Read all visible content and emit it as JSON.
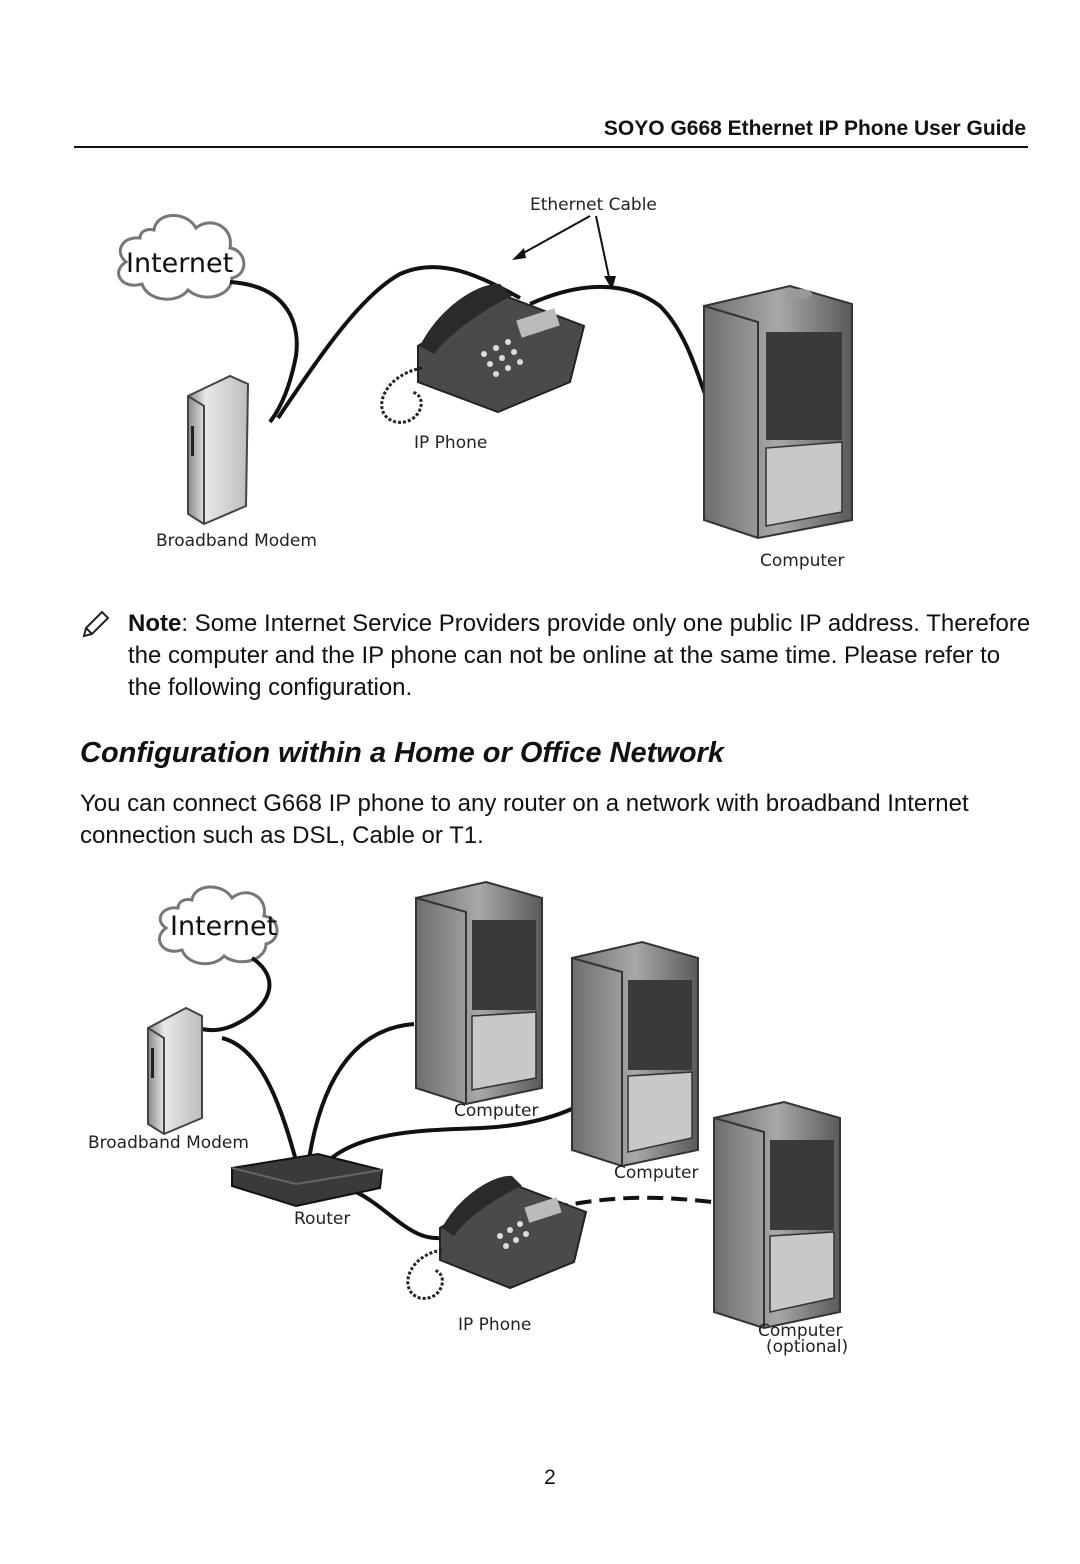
{
  "header": {
    "title": "SOYO G668 Ethernet IP Phone User Guide"
  },
  "figure1": {
    "labels": {
      "internet": "Internet",
      "ethernet_cable": "Ethernet Cable",
      "ip_phone": "IP Phone",
      "broadband_modem": "Broadband Modem",
      "computer": "Computer"
    }
  },
  "note": {
    "label": "Note",
    "text": ": Some Internet Service Providers provide only one public IP address. Therefore the computer and the IP phone can not be online at the same time. Please refer to the following configuration."
  },
  "section": {
    "heading": "Configuration within a Home or Office Network",
    "paragraph": "You can connect G668 IP phone to any router on a network with broadband Internet connection such as DSL, Cable or T1."
  },
  "figure2": {
    "labels": {
      "internet": "Internet",
      "broadband_modem": "Broadband Modem",
      "router": "Router",
      "computer_1": "Computer",
      "computer_2": "Computer",
      "ip_phone": "IP Phone",
      "computer_3": "Computer",
      "optional": "(optional)"
    }
  },
  "page_number": "2"
}
